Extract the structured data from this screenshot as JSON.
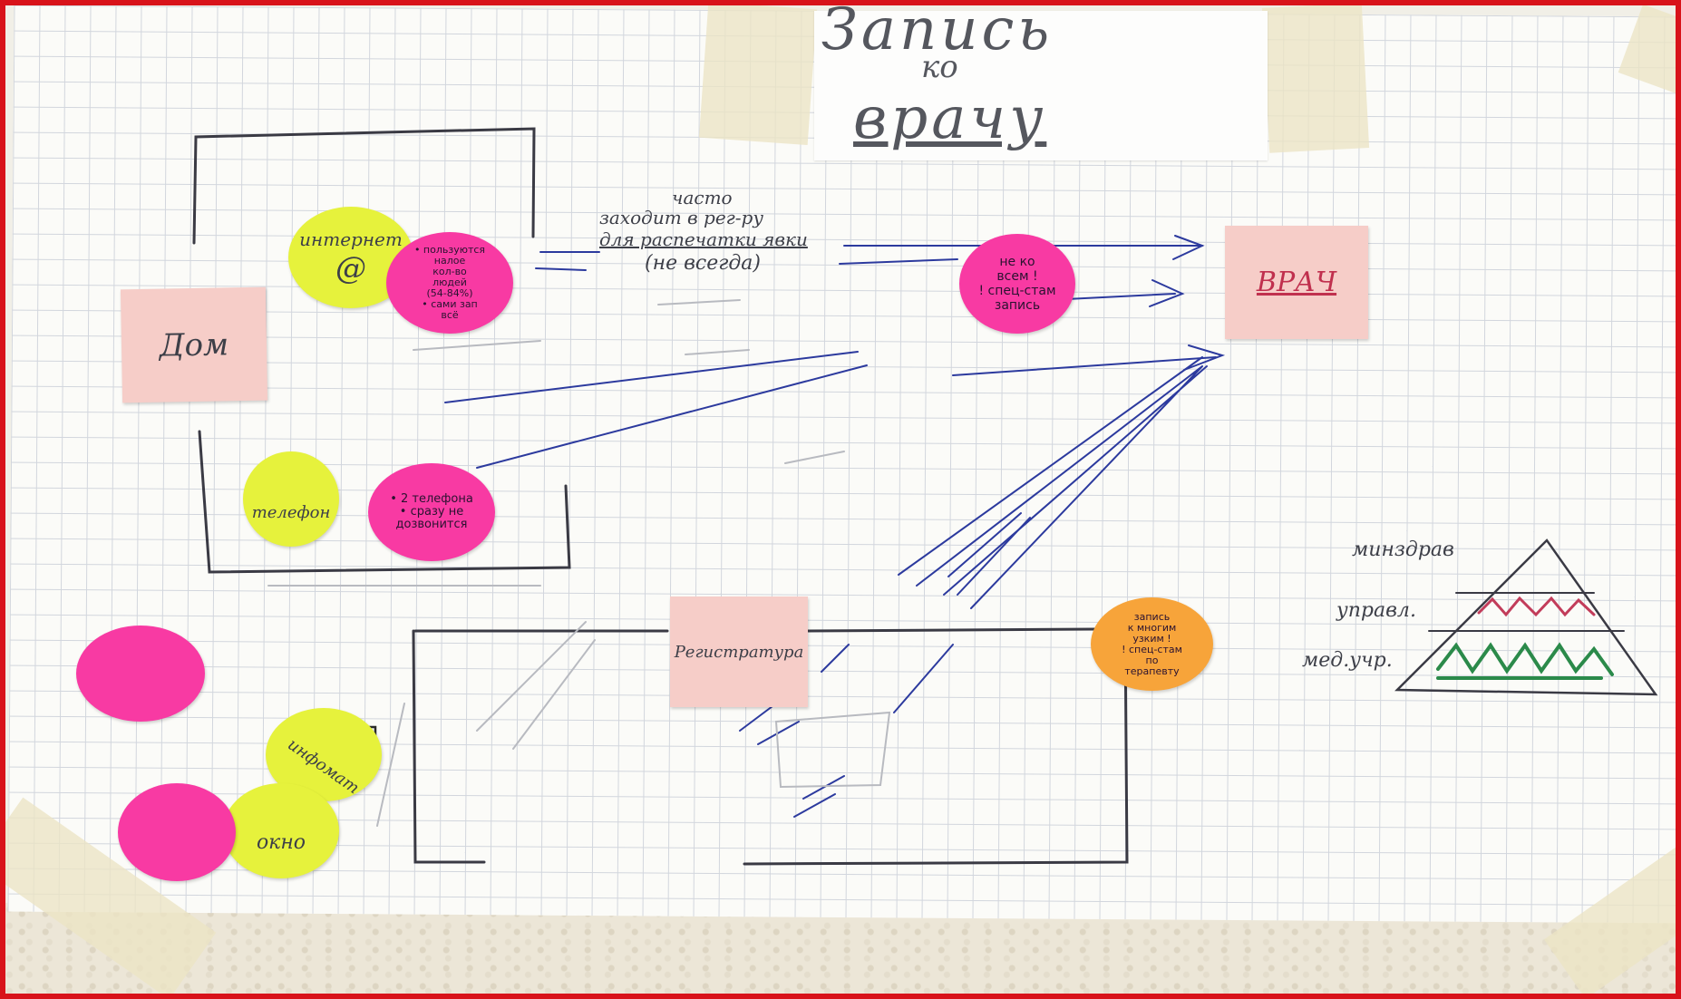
{
  "title": {
    "line1": "Запись",
    "line2": "ко",
    "line3": "врачу"
  },
  "annotations": {
    "frequent": "часто",
    "visit_line1": "заходит в рег-ру",
    "visit_line2": "для распечатки явки",
    "not_always": "(не всегда)"
  },
  "places": {
    "home": "Дом",
    "doctor": "ВРАЧ",
    "registry": "Регистратура"
  },
  "channels": {
    "internet": "интернет",
    "internet_symbol": "@",
    "phone": "телефон",
    "infomat": "инфомат",
    "window": "окно"
  },
  "notes": {
    "internet_users": "• пользуются\nналое\nкол-во\nлюдей\n(54-84%)\n• сами зап\nвсё",
    "phone_issues": "• 2 телефона\n• сразу не\nдозвонится",
    "not_all": "не ко\nвсем !\n! спец-стам\nзапись",
    "many_specialists": "запись\nк многим\nузким !\n! спец-стам\nпо\nтерапевту"
  },
  "pyramid": {
    "level1": "минздрав",
    "level2": "управл.",
    "level3": "мед.учр."
  },
  "colors": {
    "border": "#d8131a",
    "sticky_pink": "#f83aa3",
    "sticky_yellow": "#e6f23c",
    "sticky_orange": "#f7a43a",
    "sticky_square": "#f6cdc8",
    "ink_blue": "#2c3a9e",
    "ink_green": "#2b8a4a",
    "ink_red": "#c23c5a"
  }
}
